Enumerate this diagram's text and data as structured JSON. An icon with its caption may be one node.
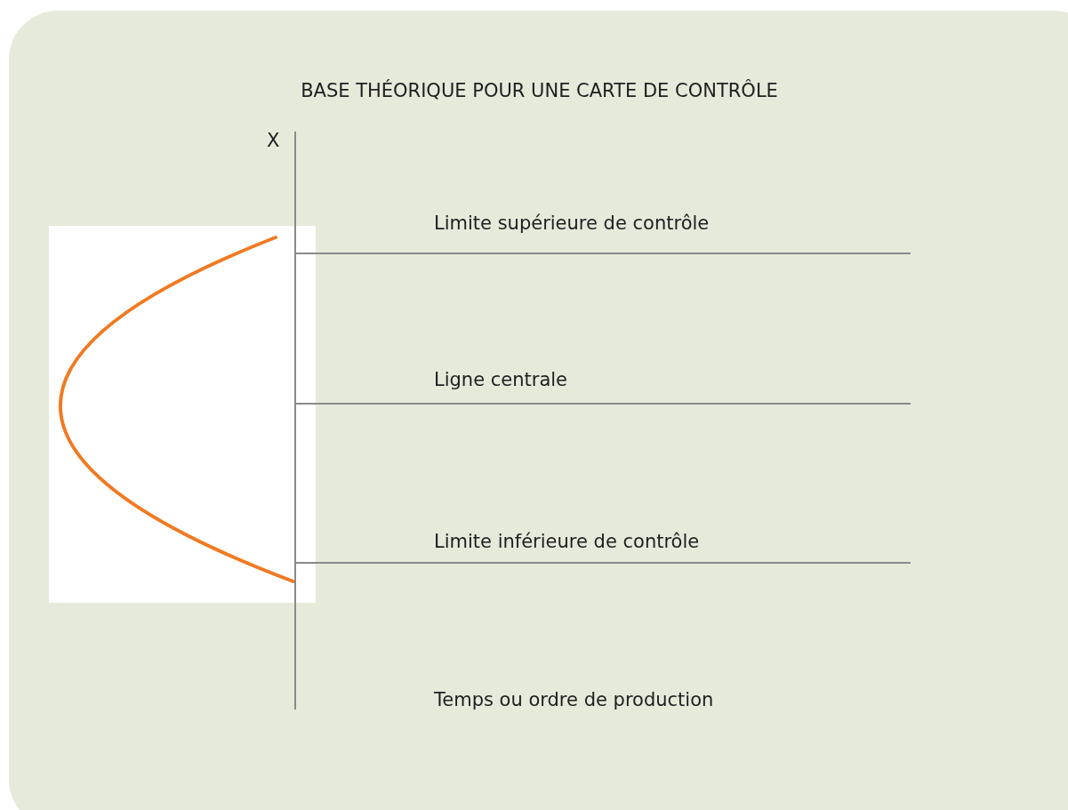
{
  "diagram": {
    "title": "BASE THÉORIQUE POUR UNE CARTE DE CONTRÔLE",
    "labels": [
      "X",
      "Limite supérieure de contrôle",
      "Ligne centrale",
      "Limite inférieure de contrôle",
      "Temps ou ordre de production"
    ]
  }
}
